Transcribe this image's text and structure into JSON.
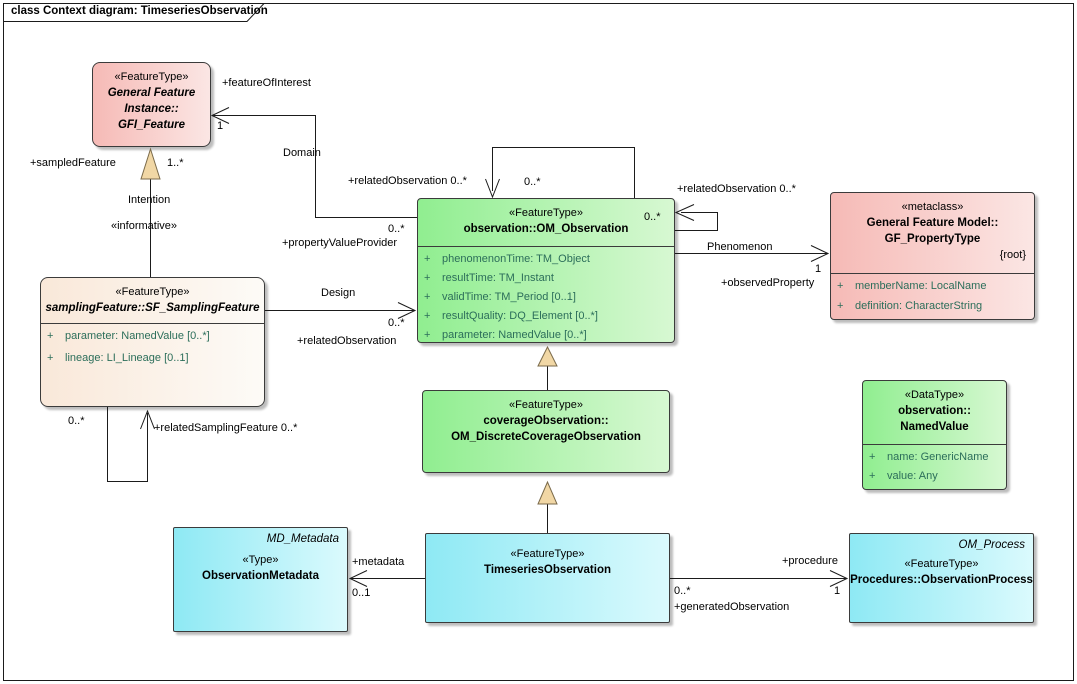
{
  "frame": {
    "title": "class Context diagram: TimeseriesObservation"
  },
  "colors": {
    "feature_type_green": "#90ee90",
    "metaclass_pink": "#f6bab6",
    "type_cyan": "#8ee9f4",
    "sampling_peach": "#f9e8d9",
    "attribute_text": "#2c6e5a",
    "generalization_arrow": "#f1d7a5"
  },
  "classes": {
    "gfi_feature": {
      "stereotype": "«FeatureType»",
      "name1": "General Feature",
      "name2": "Instance::",
      "name3": "GFI_Feature"
    },
    "sf_sampling_feature": {
      "stereotype": "«FeatureType»",
      "name": "samplingFeature::SF_SamplingFeature",
      "attrs": [
        {
          "vis": "+",
          "text": "parameter: NamedValue [0..*]"
        },
        {
          "vis": "+",
          "text": "lineage: LI_Lineage [0..1]"
        }
      ]
    },
    "om_observation": {
      "stereotype": "«FeatureType»",
      "name": "observation::OM_Observation",
      "attrs": [
        {
          "vis": "+",
          "text": "phenomenonTime: TM_Object"
        },
        {
          "vis": "+",
          "text": "resultTime: TM_Instant"
        },
        {
          "vis": "+",
          "text": "validTime: TM_Period [0..1]"
        },
        {
          "vis": "+",
          "text": "resultQuality: DQ_Element [0..*]"
        },
        {
          "vis": "+",
          "text": "parameter: NamedValue [0..*]"
        }
      ]
    },
    "gf_property_type": {
      "stereotype": "«metaclass»",
      "name1": "General Feature Model::",
      "name2": "GF_PropertyType",
      "tag": "{root}",
      "attrs": [
        {
          "vis": "+",
          "text": "memberName: LocalName"
        },
        {
          "vis": "+",
          "text": "definition: CharacterString"
        }
      ]
    },
    "named_value": {
      "stereotype": "«DataType»",
      "name1": "observation::",
      "name2": "NamedValue",
      "attrs": [
        {
          "vis": "+",
          "text": "name: GenericName"
        },
        {
          "vis": "+",
          "text": "value: Any"
        }
      ]
    },
    "om_discrete_coverage_observation": {
      "stereotype": "«FeatureType»",
      "name1": "coverageObservation::",
      "name2": "OM_DiscreteCoverageObservation"
    },
    "timeseries_observation": {
      "stereotype": "«FeatureType»",
      "name": "TimeseriesObservation"
    },
    "observation_metadata": {
      "header": "MD_Metadata",
      "stereotype": "«Type»",
      "name": "ObservationMetadata"
    },
    "observation_process": {
      "header": "OM_Process",
      "stereotype": "«FeatureType»",
      "name": "Procedures::ObservationProcess"
    }
  },
  "edges": {
    "feature_of_interest": {
      "role": "+featureOfInterest",
      "mult": "1",
      "name": "Domain"
    },
    "property_value_provider": {
      "mult": "0..*",
      "role": "+propertyValueProvider"
    },
    "sampled_feature": {
      "role": "+sampledFeature",
      "mult": "1..*",
      "name": "Intention",
      "stereotype": "«informative»"
    },
    "related_observation_top": {
      "label": "+relatedObservation 0..*",
      "mult": "0..*"
    },
    "related_observation_right": {
      "label": "+relatedObservation 0..*",
      "mult": "0..*"
    },
    "design": {
      "name": "Design",
      "mult": "0..*",
      "role": "+relatedObservation"
    },
    "phenomenon": {
      "name": "Phenomenon",
      "mult": "1",
      "role": "+observedProperty"
    },
    "related_sampling_feature": {
      "mult": "0..*",
      "label": "+relatedSamplingFeature 0..*"
    },
    "metadata": {
      "role": "+metadata",
      "mult": "0..1"
    },
    "procedure": {
      "role": "+procedure",
      "mult": "1"
    },
    "generated_observation": {
      "mult": "0..*",
      "role": "+generatedObservation"
    }
  }
}
